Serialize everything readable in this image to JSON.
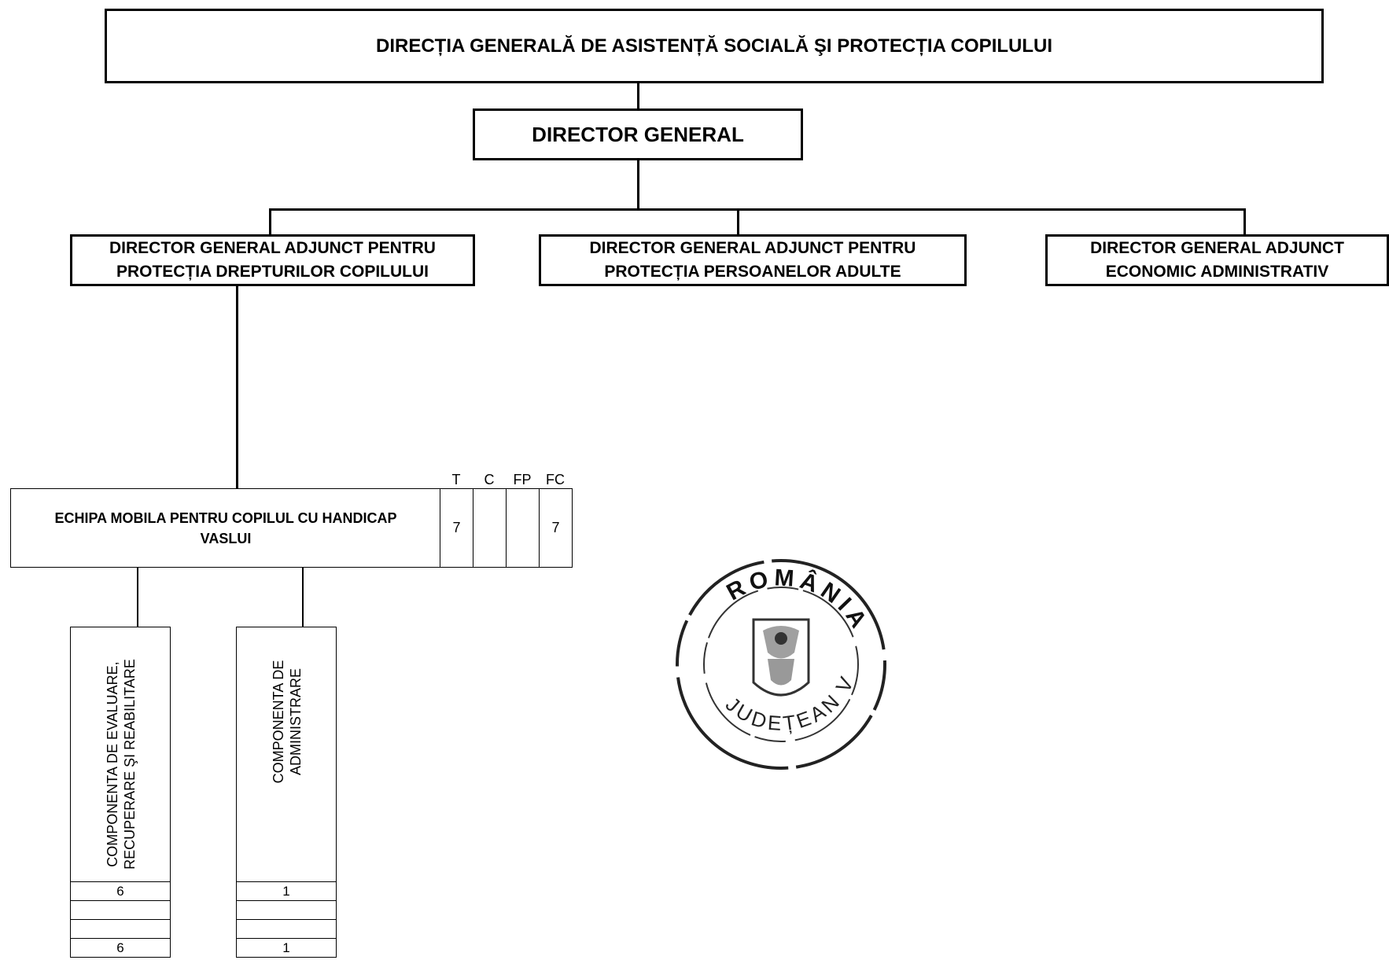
{
  "org_chart": {
    "title": "DIRECȚIA GENERALĂ DE ASISTENȚĂ SOCIALĂ ŞI PROTECȚIA COPILULUI",
    "director_general": "DIRECTOR GENERAL",
    "deputies": [
      {
        "label": "DIRECTOR GENERAL ADJUNCT PENTRU\nPROTECȚIA DREPTURILOR COPILULUI"
      },
      {
        "label": "DIRECTOR GENERAL ADJUNCT PENTRU\nPROTECȚIA PERSOANELOR ADULTE"
      },
      {
        "label": "DIRECTOR GENERAL ADJUNCT\nECONOMIC ADMINISTRATIV"
      }
    ],
    "team": {
      "label": "ECHIPA MOBILA PENTRU COPILUL CU HANDICAP\nVASLUI",
      "columns": [
        "T",
        "C",
        "FP",
        "FC"
      ],
      "values": [
        "7",
        "",
        "",
        "7"
      ]
    },
    "components": [
      {
        "label": "COMPONENTA DE EVALUARE,\nRECUPERARE ŞI REABILITARE",
        "rows": [
          "6",
          "",
          "",
          "6"
        ]
      },
      {
        "label": "COMPONENTA DE\nADMINISTRARE",
        "rows": [
          "1",
          "",
          "",
          "1"
        ]
      }
    ]
  },
  "stamp": {
    "text_top": "ROMÂNIA",
    "text_bottom": "JUDEȚEAN VASLUI",
    "emblem": "coat-of-arms-icon"
  }
}
